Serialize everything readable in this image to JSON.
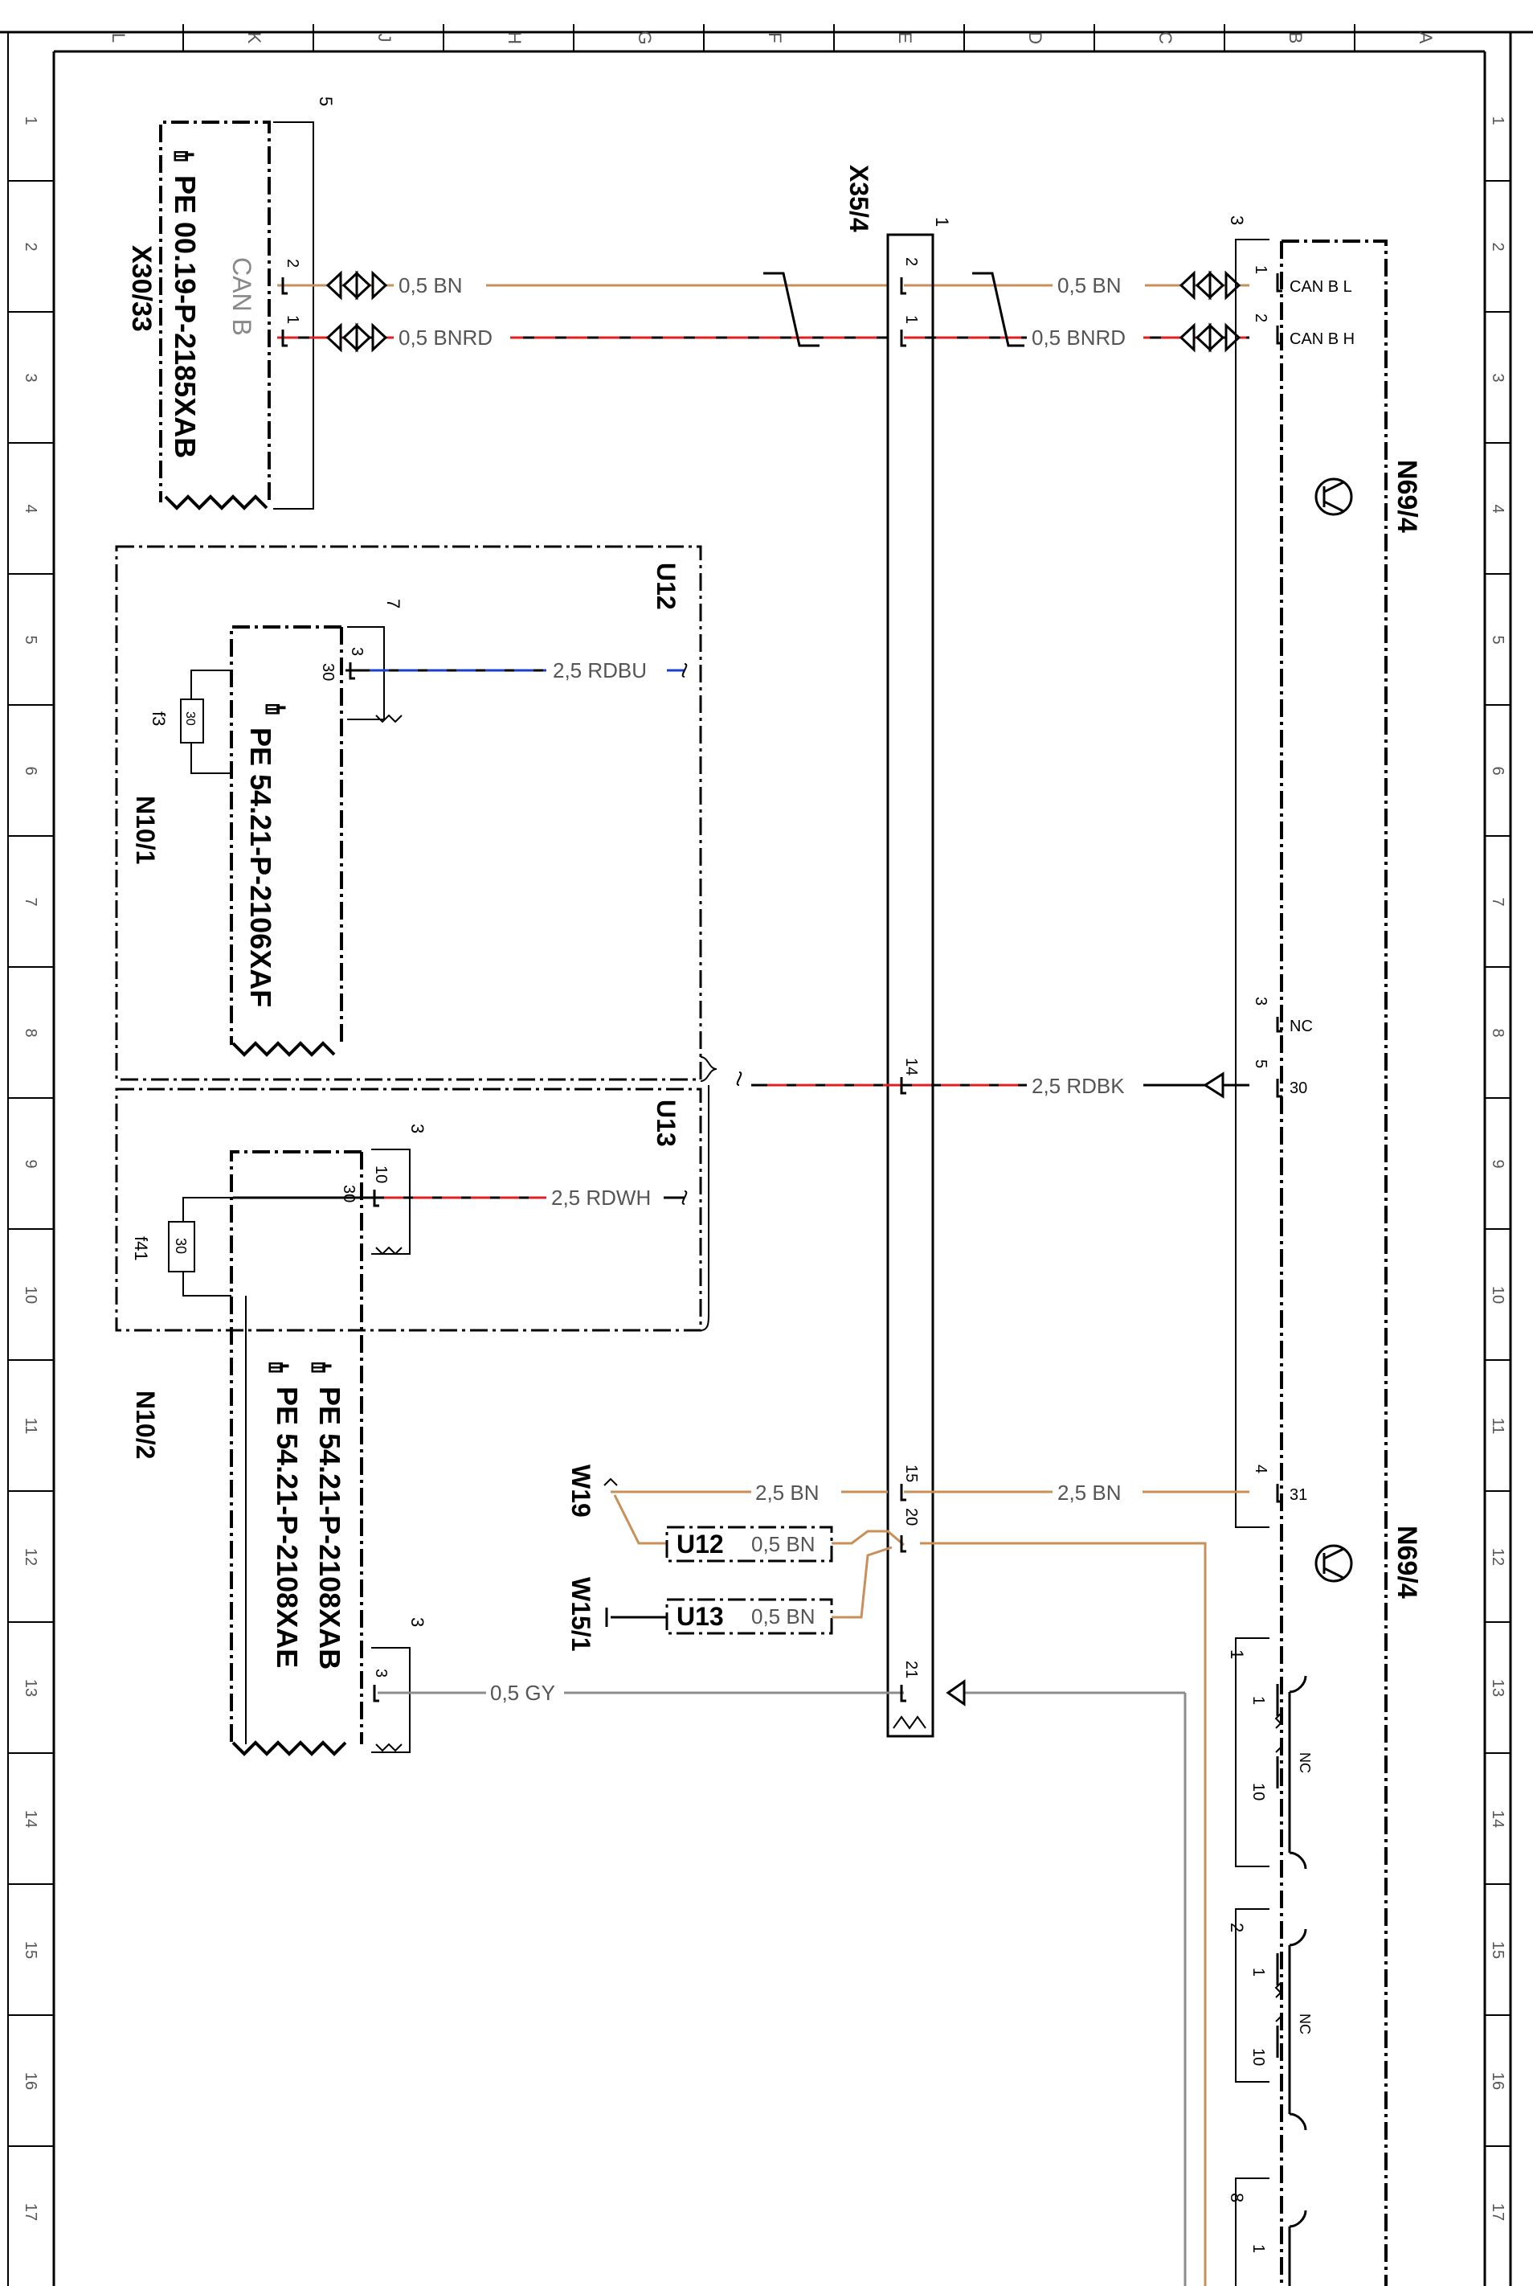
{
  "sheet": {
    "column_letters": [
      "L",
      "K",
      "J",
      "H",
      "G",
      "F",
      "E",
      "D",
      "C",
      "B",
      "A"
    ],
    "row_numbers": [
      "1",
      "2",
      "3",
      "4",
      "5",
      "6",
      "7",
      "8",
      "9",
      "10",
      "11",
      "12",
      "13",
      "14",
      "15",
      "16",
      "17"
    ]
  },
  "components": {
    "x30_33": {
      "id": "X30/33",
      "ref": "PE 00.19-P-2185XAB",
      "label": "CAN B",
      "bracket_num": "5"
    },
    "x35_4": {
      "id": "X35/4",
      "bracket_num": "1"
    },
    "n69_4": {
      "id": "N69/4",
      "id_lower": "N69/4",
      "bracket_num": "3"
    },
    "u12": {
      "id": "U12"
    },
    "u13": {
      "id": "U13"
    },
    "n10_1": {
      "id": "N10/1",
      "ref": "PE 54.21-P-2106XAF",
      "fuse": "f3",
      "fuse_val": "30",
      "bracket_num": "7"
    },
    "n10_2": {
      "id": "N10/2",
      "ref1": "PE 54.21-P-2108XAB",
      "ref2": "PE 54.21-P-2108XAE",
      "fuse": "f41",
      "fuse_val": "30",
      "bracket_num": "3"
    },
    "w19": {
      "id": "W19"
    },
    "w15_1": {
      "id": "W15/1"
    },
    "u12_tag": {
      "label": "U12",
      "wire": "0,5 BN"
    },
    "u13_tag": {
      "label": "U13",
      "wire": "0,5 BN"
    }
  },
  "pins": {
    "x30_2": "2",
    "x30_1": "1",
    "x35_2": "2",
    "x35_1": "1",
    "x35_14": "14",
    "x35_15": "15",
    "x35_20": "20",
    "x35_21": "21",
    "n69_1": "1",
    "n69_2": "2",
    "n69_3": "3",
    "n69_5": "5",
    "n69_4": "4",
    "n69_canbl": "CAN B L",
    "n69_canbh": "CAN B H",
    "n69_nc": "NC",
    "n69_30": "30",
    "n69_31": "31",
    "n10_1_3": "3",
    "n10_1_30": "30",
    "n10_2_10": "10",
    "n10_2_30": "30",
    "n10_2_3": "3"
  },
  "wires": {
    "bn_left": "0,5 BN",
    "bnrd_left": "0,5 BNRD",
    "bn_right": "0,5 BN",
    "bnrd_right": "0,5 BNRD",
    "rdbu": "2,5 RDBU",
    "rdbk": "2,5 RDBK",
    "rdwh": "2,5 RDWH",
    "bn_w19": "2,5 BN",
    "bn_n69": "2,5 BN",
    "gy": "0,5 GY"
  },
  "switches": [
    {
      "num": "1",
      "pin_a": "1",
      "pin_b": "10",
      "nc": "NC"
    },
    {
      "num": "2",
      "pin_a": "1",
      "pin_b": "10",
      "nc": "NC"
    },
    {
      "num": "8",
      "pin_a": "1"
    }
  ],
  "colors": {
    "brown": "#c89058",
    "red": "#e02020",
    "blue": "#1a3fc8",
    "gray": "#8c8c8c",
    "black": "#000000"
  }
}
